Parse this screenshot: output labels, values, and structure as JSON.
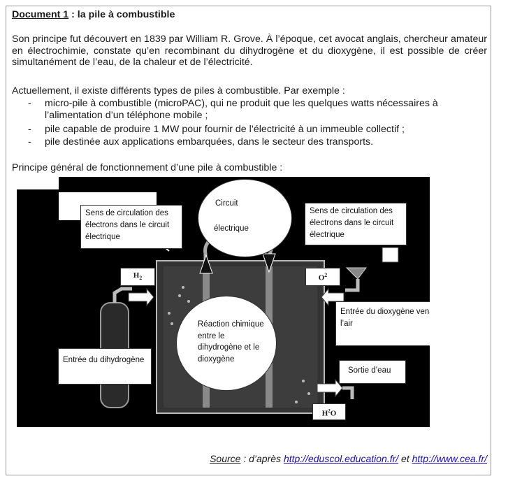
{
  "document": {
    "title_label": "Document 1",
    "title_rest": " : la pile à combustible",
    "paragraph1": "Son principe fut découvert en 1839 par William R. Grove. À l’époque, cet avocat anglais, chercheur amateur en électrochimie, constate qu’en recombinant du dihydrogène et du dioxygène, il est possible de créer simultanément de l’eau, de la chaleur et de l’électricité.",
    "paragraph2": "Actuellement, il existe différents types de piles à combustible. Par exemple :",
    "list": [
      "micro-pile à combustible (microPAC), qui ne produit que les quelques watts nécessaires à l’alimentation d’un téléphone mobile ;",
      "pile capable de produire 1 MW pour fournir de l’électricité à un immeuble collectif ;",
      "pile destinée aux applications embarquées, dans le secteur des transports."
    ],
    "caption": "Principe général de fonctionnement d’une pile à combustible :"
  },
  "diagram": {
    "circuit": [
      "Circuit",
      "électrique"
    ],
    "sens_left": "Sens de circulation des électrons dans le circuit électrique",
    "sens_right": "Sens de circulation des électrons dans le circuit électrique",
    "h2_label": "H2",
    "o2_label": "O2",
    "reaction": [
      "Réaction chimique",
      "entre le",
      "dihydrogène et le",
      "dioxygène"
    ],
    "entree_o2": "Entrée du dioxygène venant de l’air",
    "entree_h2": "Entrée du dihydrogène",
    "sortie_eau": "Sortie d’eau",
    "h2o_label": "H2O"
  },
  "source": {
    "label": "Source",
    "middle": " : d’après ",
    "link1": "http://eduscol.education.fr/",
    "sep": " et ",
    "link2": "http://www.cea.fr/"
  }
}
